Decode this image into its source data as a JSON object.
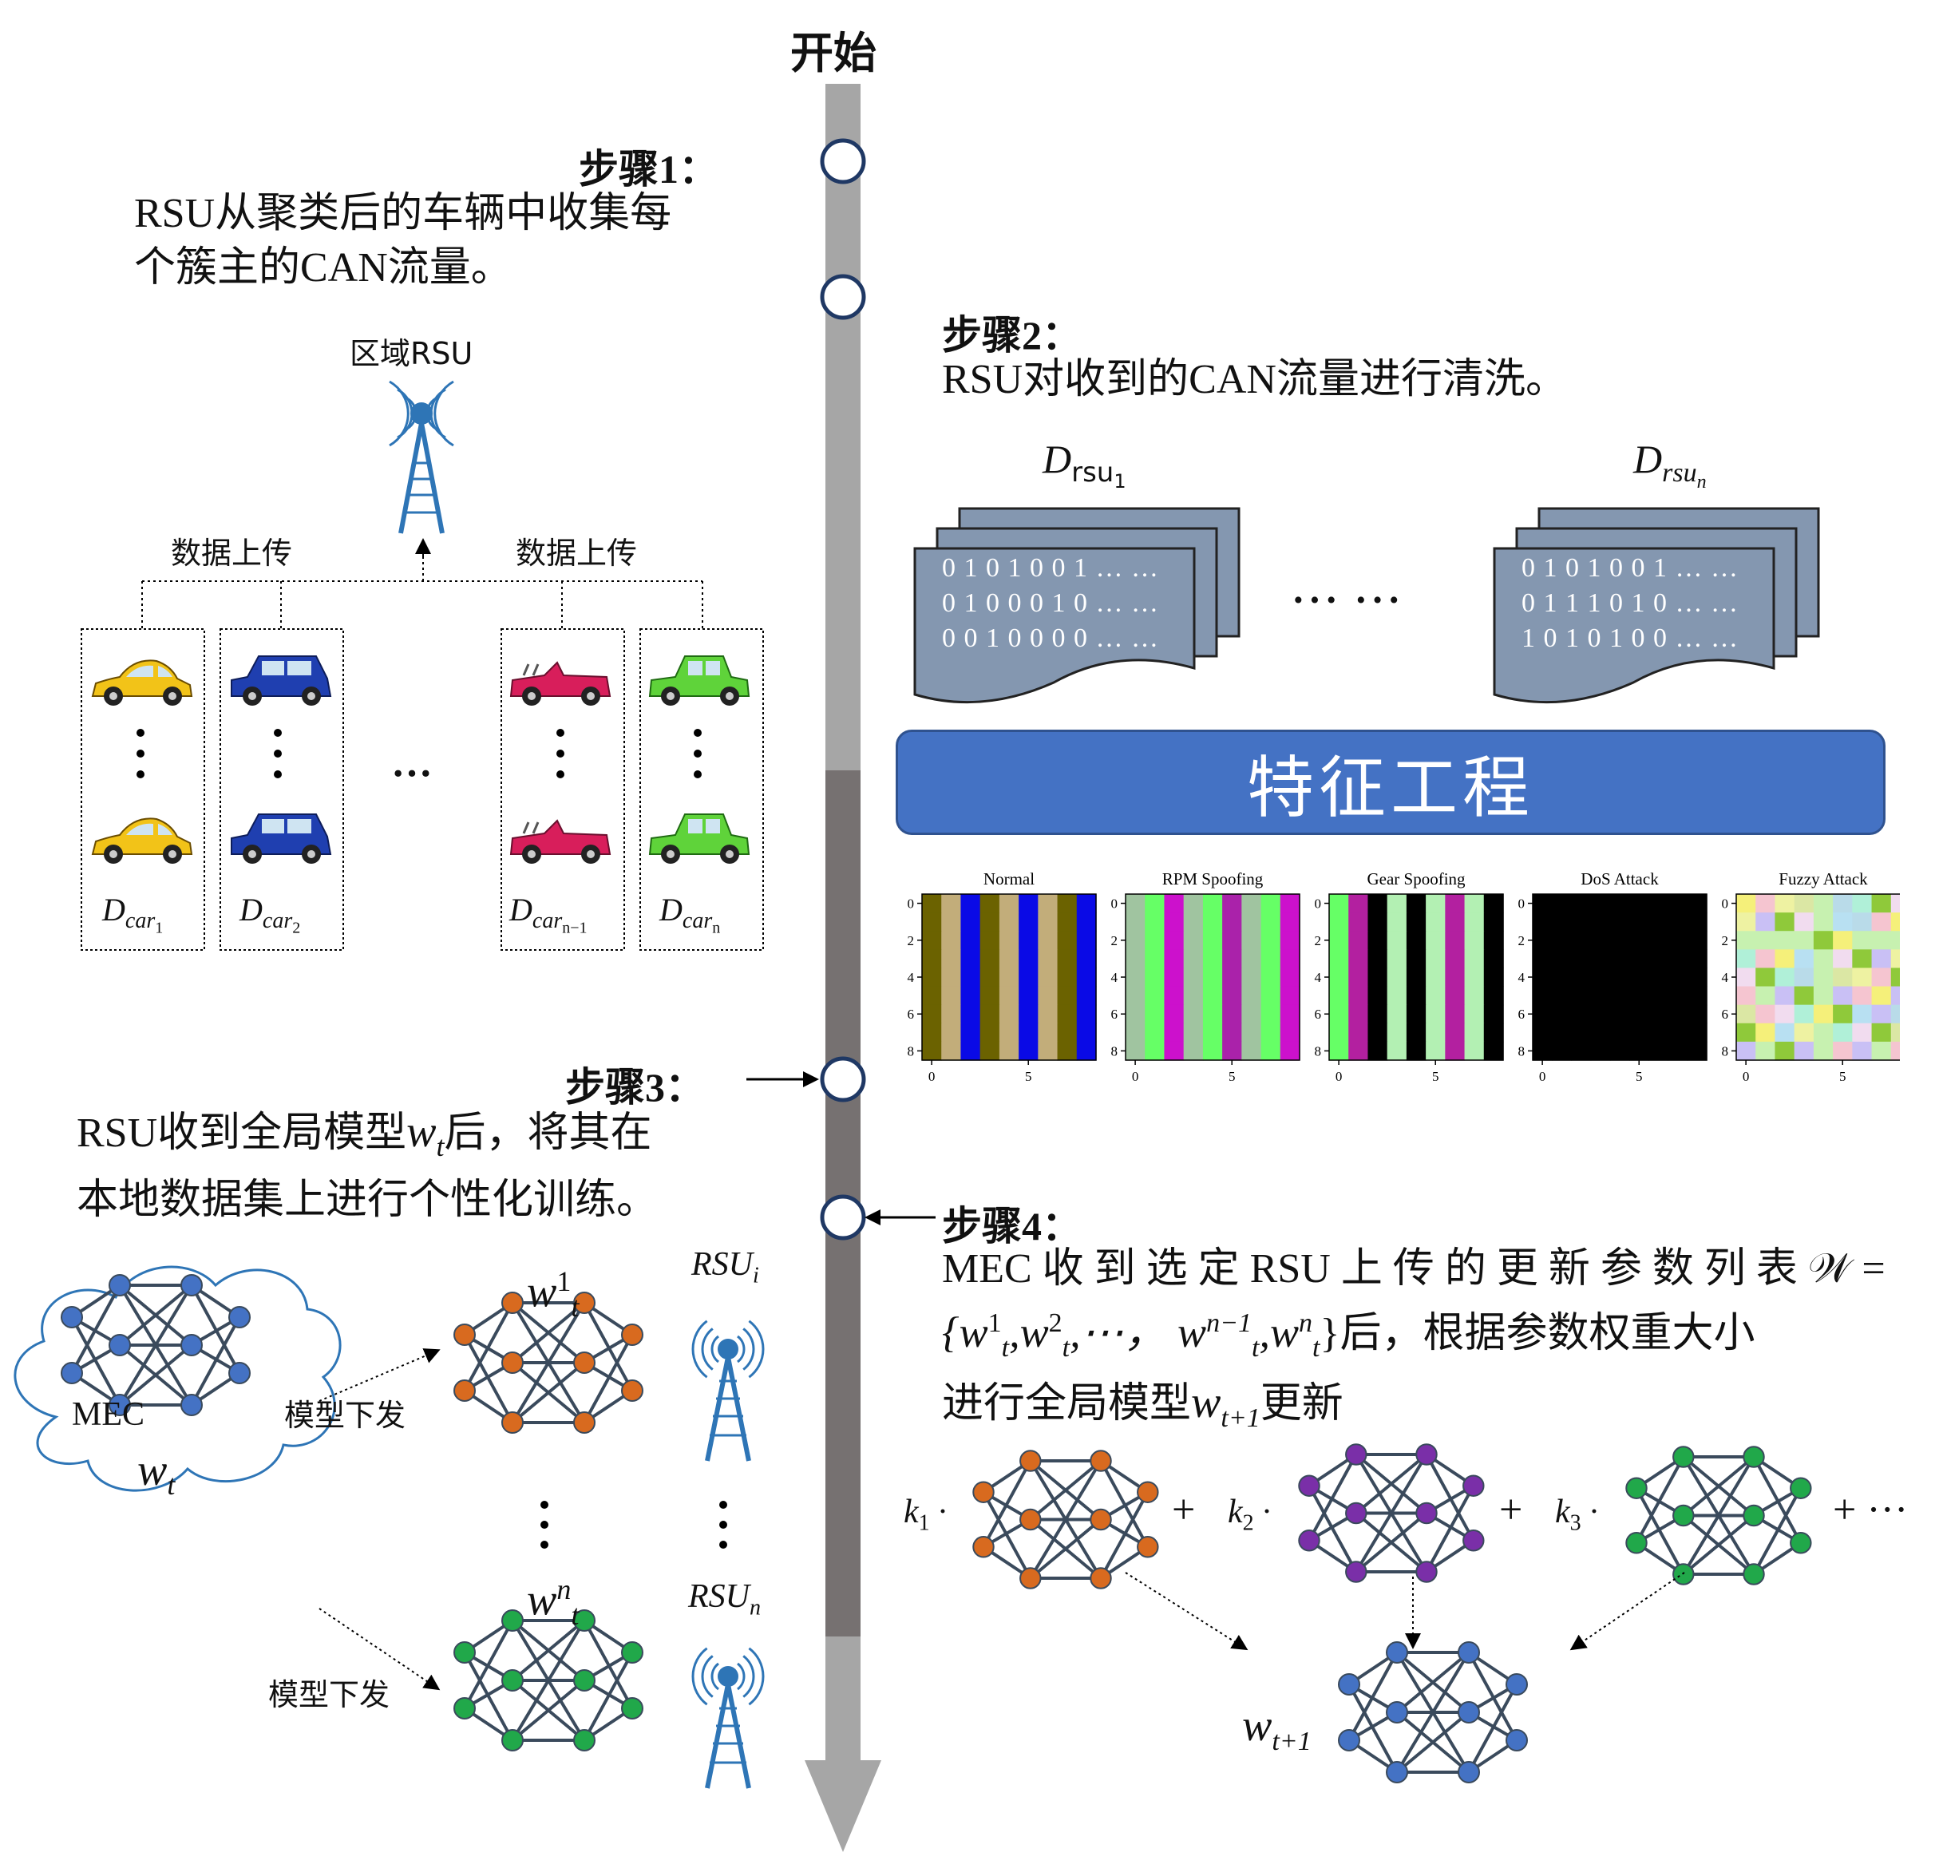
{
  "start_label": "开始",
  "step1": {
    "title": "步骤1：",
    "text_line1": "RSU从聚类后的车辆中收集每",
    "text_line2": "个簇主的CAN流量。",
    "rsu_label": "区域RSU",
    "upload_left": "数据上传",
    "upload_right": "数据上传",
    "ellipsis": "···",
    "cars": [
      {
        "sym": "D",
        "sub": "car",
        "subsub": "1",
        "color": "#f2c318",
        "kind": "sedan"
      },
      {
        "sym": "D",
        "sub": "car",
        "subsub": "2",
        "color": "#1f3fb0",
        "kind": "suv"
      },
      {
        "sym": "D",
        "sub": "car",
        "subsub": "n−1",
        "color": "#d81e5b",
        "kind": "convertible"
      },
      {
        "sym": "D",
        "sub": "car",
        "subsub": "n",
        "color": "#5fd33a",
        "kind": "classic"
      }
    ]
  },
  "step2": {
    "title": "步骤2：",
    "text": "RSU对收到的CAN流量进行清洗。",
    "doc_left": {
      "sym": "D",
      "sub": "rsu",
      "subsub": "1",
      "lines": [
        "0 1 0 1 0 0 1 … …",
        "0 1 0 0 0 1 0 … …",
        "0 0 1 0 0 0 0 … …"
      ]
    },
    "doc_right": {
      "sym": "D",
      "sub": "rsu",
      "subsub": "n",
      "lines": [
        "0 1 0 1 0 0 1 … …",
        "0 1 1 1 0 1 0 … …",
        "1 0 1 0 1 0 0 … …"
      ]
    },
    "between_docs": "··· ···",
    "feature_label": "特征工程",
    "feature_color": "#4472c4",
    "heatmaps": [
      {
        "title": "Normal"
      },
      {
        "title": "RPM Spoofing"
      },
      {
        "title": "Gear Spoofing"
      },
      {
        "title": "DoS Attack"
      },
      {
        "title": "Fuzzy Attack"
      }
    ],
    "y_ticks": [
      "0",
      "2",
      "4",
      "6",
      "8"
    ],
    "x_ticks": [
      "0",
      "5"
    ]
  },
  "step3": {
    "title": "步骤3：",
    "text_line1_a": "RSU收到全局模型",
    "text_line1_b": "后，将其在",
    "text_line2": "本地数据集上进行个性化训练。",
    "wt": "w",
    "wt_sub": "t",
    "mec_label": "MEC",
    "dispatch_top": "模型下发",
    "dispatch_bottom": "模型下发",
    "model_top": {
      "base": "w",
      "sup": "1",
      "sub": "t"
    },
    "model_bottom": {
      "base": "w",
      "sup": "n",
      "sub": "t"
    },
    "rsu_top": {
      "base": "RSU",
      "sub": "i"
    },
    "rsu_bottom": {
      "base": "RSU",
      "sub": "n"
    }
  },
  "step4": {
    "title": "步骤4：",
    "line1": "MEC 收 到 选 定 RSU 上 传 的 更 新 参 数 列 表 𝒲 =",
    "line2_a": "{w",
    "line2_b": "}后，根据参数权重大小",
    "line3_a": "进行全局模型",
    "line3_b": "更新",
    "k_labels": [
      "k",
      "k",
      "k"
    ],
    "k_subs": [
      "1",
      "2",
      "3"
    ],
    "plus": "+",
    "trailing": "+ ···",
    "result": {
      "base": "w",
      "sub": "t+1"
    }
  },
  "colors": {
    "timeline_light": "#a6a6a6",
    "timeline_dark": "#767171",
    "node_blue": "#4472c4",
    "node_orange": "#d86a1f",
    "node_purple": "#7a2fa8",
    "node_green": "#21a84a",
    "edge": "#3a4a5c",
    "doc_fill": "#8497b0",
    "tower_blue": "#2e75b6"
  }
}
